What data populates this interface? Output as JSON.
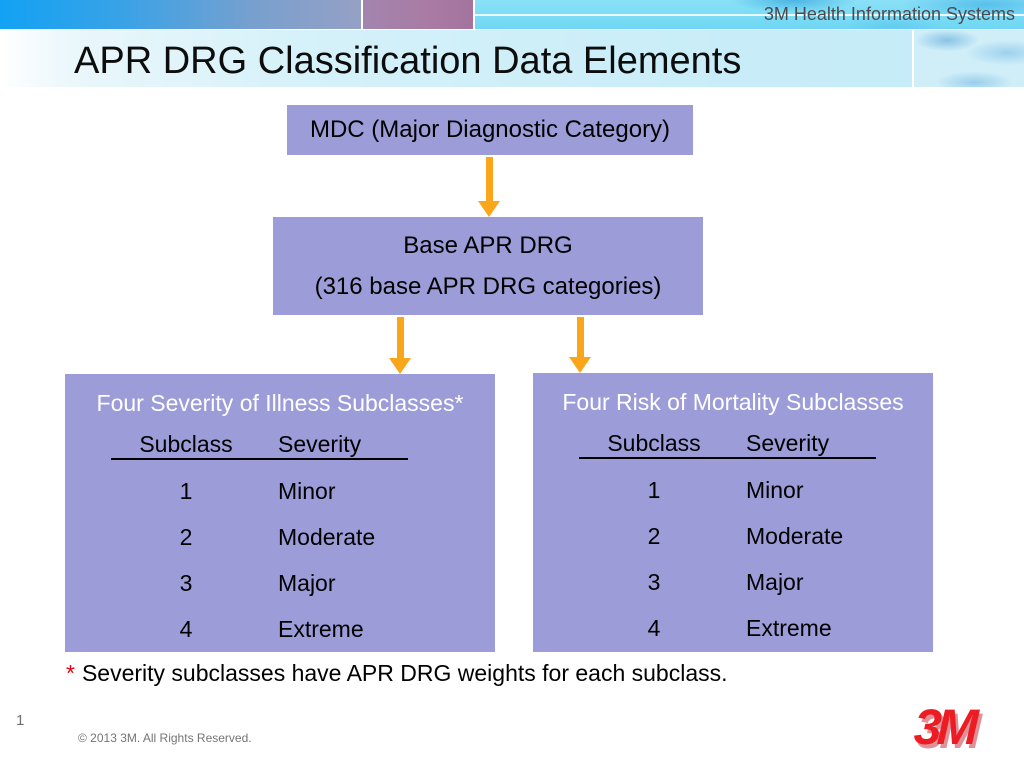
{
  "header": {
    "brand": "3M Health Information Systems",
    "title": "APR DRG Classification Data Elements"
  },
  "diagram": {
    "mdc_box": {
      "label": "MDC (Major Diagnostic Category)"
    },
    "base_box": {
      "line1": "Base APR DRG",
      "line2": "(316 base APR DRG categories)"
    },
    "severity_box": {
      "title": "Four Severity of Illness Subclasses*",
      "col1_header": "Subclass",
      "col2_header": "Severity",
      "rows": [
        {
          "subclass": "1",
          "severity": "Minor"
        },
        {
          "subclass": "2",
          "severity": "Moderate"
        },
        {
          "subclass": "3",
          "severity": "Major"
        },
        {
          "subclass": "4",
          "severity": "Extreme"
        }
      ]
    },
    "mortality_box": {
      "title": "Four Risk of Mortality Subclasses",
      "col1_header": "Subclass",
      "col2_header": "Severity",
      "rows": [
        {
          "subclass": "1",
          "severity": "Minor"
        },
        {
          "subclass": "2",
          "severity": "Moderate"
        },
        {
          "subclass": "3",
          "severity": "Major"
        },
        {
          "subclass": "4",
          "severity": "Extreme"
        }
      ]
    }
  },
  "footnote": {
    "marker": "*",
    "text": "Severity subclasses have APR DRG weights for each subclass."
  },
  "footer": {
    "page_number": "1",
    "copyright": "© 2013 3M. All Rights Reserved.",
    "logo_text": "3M"
  },
  "colors": {
    "box_fill": "#9c9cd8",
    "arrow_color": "#faa61b",
    "logo_red": "#ec1c24"
  }
}
